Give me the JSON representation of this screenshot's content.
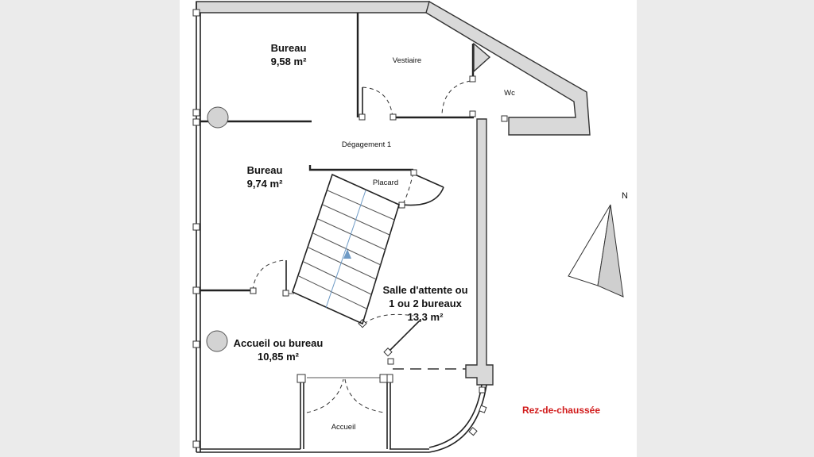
{
  "rooms": {
    "bureau_1": {
      "name": "Bureau",
      "area": "9,58 m²"
    },
    "bureau_2": {
      "name": "Bureau",
      "area": "9,74 m²"
    },
    "vestiaire": "Vestiaire",
    "wc": "Wc",
    "degagement": "Dégagement 1",
    "placard": "Placard",
    "salle_attente": {
      "line1": "Salle d'attente ou",
      "line2": "1 ou 2 bureaux",
      "area": "13,3 m²"
    },
    "accueil_bureau": {
      "name": "Accueil ou bureau",
      "area": "10,85 m²"
    },
    "accueil": "Accueil"
  },
  "compass": {
    "label": "N"
  },
  "floor_label": "Rez-de-chaussée",
  "colors": {
    "accent_red": "#d11a1a",
    "stair_arrow": "#6f9bc6"
  }
}
